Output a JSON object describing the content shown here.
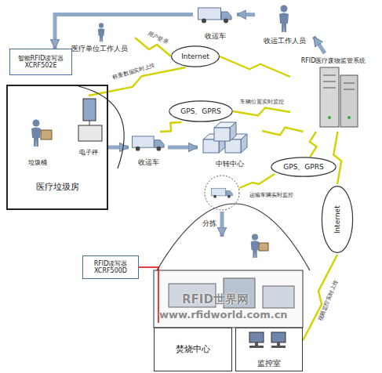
{
  "diagram": {
    "nodes": [
      {
        "text": [
          "收运工作人员"
        ]
      },
      {
        "text": [
          "收运车"
        ]
      },
      {
        "text": [
          "医疗单位工作人员"
        ]
      },
      {
        "text": [
          "智能RFID读写器",
          "XCRF502E"
        ]
      },
      {
        "text": [
          "医疗垃圾房"
        ]
      },
      {
        "text": [
          "垃圾桶"
        ],
        "in": 4
      },
      {
        "text": [
          "电子秤"
        ],
        "in": 4
      },
      {
        "text": [
          "收运车"
        ]
      },
      {
        "text": [
          "中转中心"
        ]
      },
      {
        "text": [
          "Internet"
        ]
      },
      {
        "text": [
          "GPS、GPRS"
        ]
      },
      {
        "text": [
          "RFID医疗废物监管系统"
        ]
      },
      {
        "text": [
          "GPS、GPRS"
        ]
      },
      {
        "text": [
          "Internet"
        ]
      },
      {
        "text": [
          "RFID读写器",
          "XCRF500D"
        ]
      },
      {
        "text": [
          "焚烧中心"
        ]
      },
      {
        "text": [
          "监控室"
        ]
      }
    ],
    "edges": [
      {
        "from": 0,
        "to": 1,
        "arrow": "to"
      },
      {
        "from": 1,
        "to": 3,
        "arrow": "to"
      },
      {
        "from": 4,
        "to": 7,
        "arrow": "to"
      },
      {
        "from": 7,
        "to": 8,
        "arrow": "to"
      },
      {
        "from": 11,
        "to": 0,
        "arrow": "to"
      },
      {
        "from": 2,
        "to": 9,
        "arrow": "none",
        "label": "用户登录"
      },
      {
        "from": 6,
        "to": 9,
        "arrow": "none",
        "label": "称重数据实时上传"
      },
      {
        "from": 9,
        "to": 11,
        "arrow": "none"
      },
      {
        "from": 7,
        "to": 10,
        "arrow": "none"
      },
      {
        "from": 10,
        "to": 11,
        "arrow": "none",
        "label": "车辆位置实时监控"
      },
      {
        "from": 8,
        "to": 11,
        "arrow": "none"
      },
      {
        "from": 12,
        "to": 11,
        "arrow": "none"
      },
      {
        "from": 16,
        "to": 13,
        "arrow": "none",
        "label": "视频监控实时上传"
      },
      {
        "from": 13,
        "to": 11,
        "arrow": "none"
      }
    ],
    "labels": [
      "分拣",
      "运输车辆实时监控",
      "RFID世界网",
      "www.rfidworld.com.cn"
    ]
  }
}
